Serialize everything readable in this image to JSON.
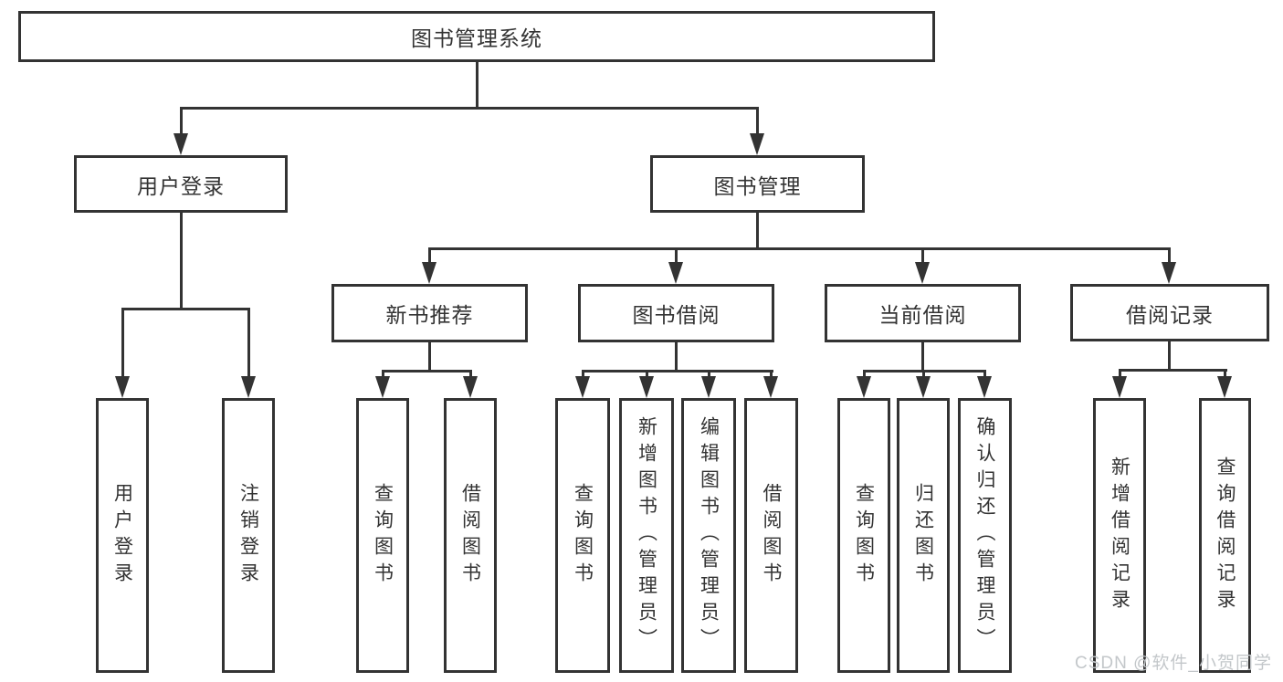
{
  "tree": {
    "root": "图书管理系统",
    "children": [
      {
        "label": "用户登录",
        "children": [
          {
            "label": "用户登录"
          },
          {
            "label": "注销登录"
          }
        ]
      },
      {
        "label": "图书管理",
        "children": [
          {
            "label": "新书推荐",
            "children": [
              {
                "label": "查询图书"
              },
              {
                "label": "借阅图书"
              }
            ]
          },
          {
            "label": "图书借阅",
            "children": [
              {
                "label": "查询图书"
              },
              {
                "label": "新增图书（管理员）"
              },
              {
                "label": "编辑图书（管理员）"
              },
              {
                "label": "借阅图书"
              }
            ]
          },
          {
            "label": "当前借阅",
            "children": [
              {
                "label": "查询图书"
              },
              {
                "label": "归还图书"
              },
              {
                "label": "确认归还（管理员）"
              }
            ]
          },
          {
            "label": "借阅记录",
            "children": [
              {
                "label": "新增借阅记录"
              },
              {
                "label": "查询借阅记录"
              }
            ]
          }
        ]
      }
    ]
  },
  "watermark": {
    "text": "CSDN @软件_小贺同学"
  },
  "colors": {
    "line": "#333333",
    "text": "#333333",
    "box_background": "#ffffff",
    "page_background": "#ffffff",
    "watermark": "#c3c7ca"
  }
}
